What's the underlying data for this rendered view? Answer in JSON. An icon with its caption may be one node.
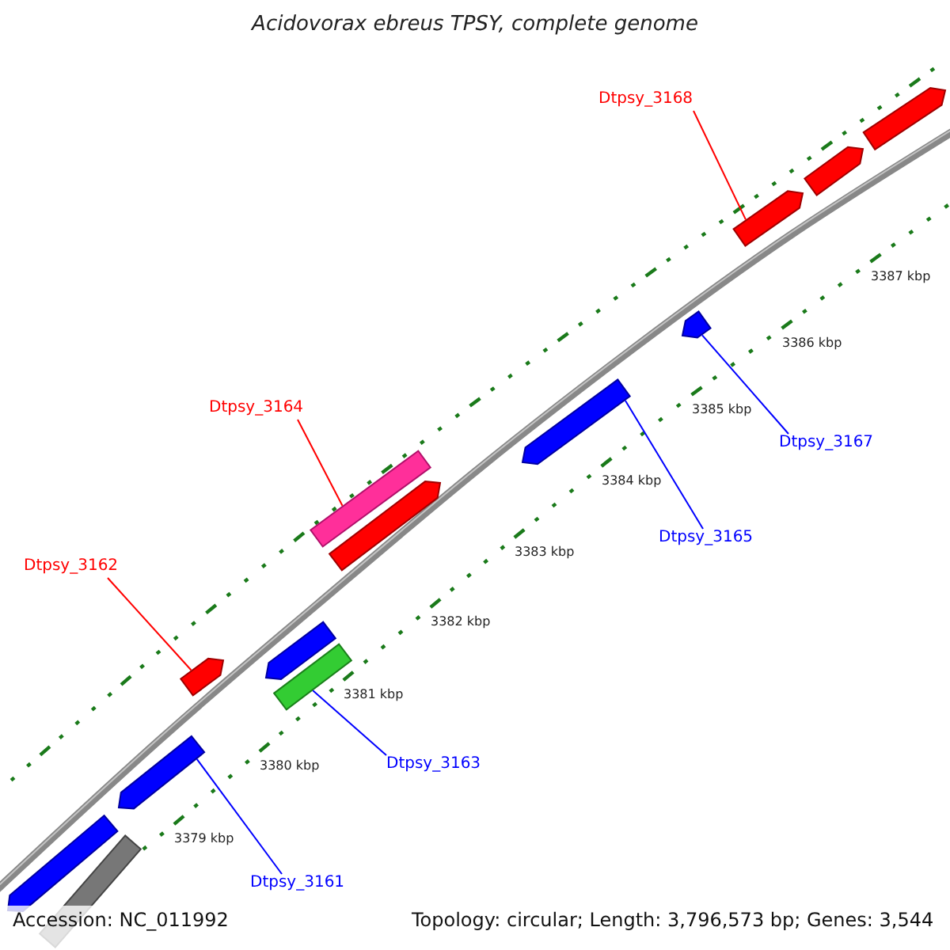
{
  "diagram": {
    "title": "Acidovorax ebreus TPSY, complete genome",
    "nodes": [
      {
        "text": [
          "Dtpsy_3168"
        ]
      },
      {
        "text": [
          "Dtpsy_3164"
        ]
      },
      {
        "text": [
          "Dtpsy_3167"
        ]
      },
      {
        "text": [
          "Dtpsy_3165"
        ]
      },
      {
        "text": [
          "Dtpsy_3162"
        ]
      },
      {
        "text": [
          "Dtpsy_3163"
        ]
      },
      {
        "text": [
          "Dtpsy_3161"
        ]
      },
      {
        "text": [],
        "shape": "arrow"
      },
      {
        "text": [],
        "shape": "bar"
      },
      {
        "text": [],
        "shape": "arrow"
      },
      {
        "text": [],
        "shape": "arrow"
      },
      {
        "text": [],
        "shape": "arrow"
      },
      {
        "text": [],
        "shape": "bar"
      },
      {
        "text": [],
        "shape": "arrow"
      },
      {
        "text": [],
        "shape": "arrow"
      },
      {
        "text": [],
        "shape": "arrow"
      },
      {
        "text": [],
        "shape": "arrow"
      },
      {
        "text": [],
        "shape": "arrow"
      },
      {
        "text": [],
        "shape": "arrow"
      },
      {
        "text": [],
        "shape": "bar"
      }
    ],
    "edges": [
      {
        "from": 0,
        "to": 7,
        "arrow": "none",
        "color": "#ff0000"
      },
      {
        "from": 1,
        "to": 8,
        "arrow": "none",
        "color": "#ff0000"
      },
      {
        "from": 2,
        "to": 9,
        "arrow": "none"
      },
      {
        "from": 3,
        "to": 10,
        "arrow": "none"
      },
      {
        "from": 4,
        "to": 11,
        "arrow": "none",
        "color": "#ff0000"
      },
      {
        "from": 5,
        "to": 12,
        "arrow": "none"
      },
      {
        "from": 6,
        "to": 13,
        "arrow": "none"
      }
    ],
    "labels": [
      "3387 kbp",
      "3386 kbp",
      "3385 kbp",
      "3384 kbp",
      "3383 kbp",
      "3382 kbp",
      "3381 kbp",
      "3380 kbp",
      "3379 kbp",
      "Accession: NC_011992",
      "Topology: circular; Length: 3,796,573 bp; Genes: 3,544"
    ]
  }
}
